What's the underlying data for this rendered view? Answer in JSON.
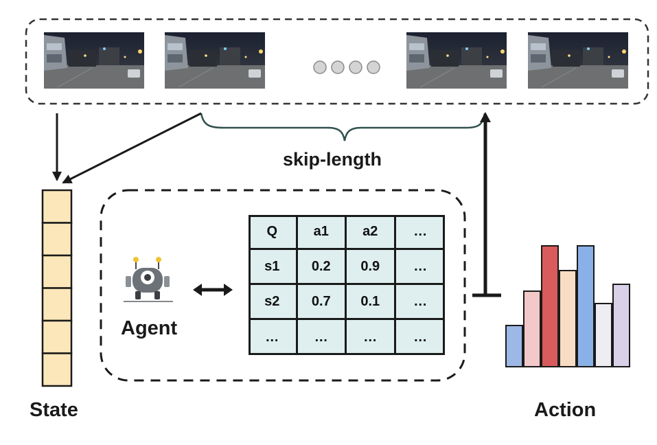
{
  "labels": {
    "skip_length": "skip-length",
    "agent": "Agent",
    "state": "State",
    "action": "Action"
  },
  "q_table": {
    "header": [
      "Q",
      "a1",
      "a2",
      "…"
    ],
    "rows": [
      [
        "s1",
        "0.2",
        "0.9",
        "…"
      ],
      [
        "s2",
        "0.7",
        "0.1",
        "…"
      ],
      [
        "…",
        "…",
        "…",
        "…"
      ]
    ]
  },
  "frames": {
    "count": 4,
    "ellipsis_dots": 4
  },
  "state_bar": {
    "cells": 6
  },
  "action_chart": {
    "values": [
      0.3,
      0.55,
      0.88,
      0.7,
      0.88,
      0.46,
      0.6
    ],
    "colors": [
      "#9db8e6",
      "#f3c8c8",
      "#d95b5b",
      "#f8dcc3",
      "#8ab0e8",
      "#ededf2",
      "#d9d1e8"
    ]
  },
  "colors": {
    "state_fill": "#fbe7b9",
    "table_fill": "#dfeff0",
    "line": "#1a1a1a",
    "brace": "#31504e"
  }
}
